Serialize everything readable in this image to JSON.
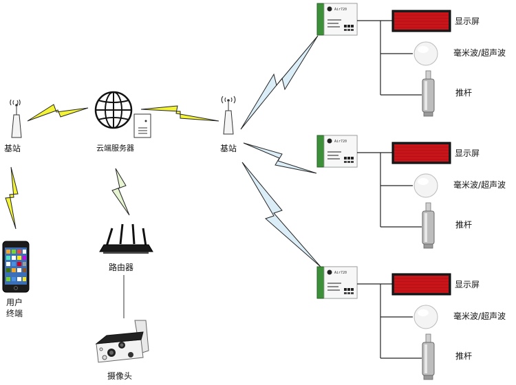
{
  "nodes": {
    "base_station_left": {
      "label": "基站"
    },
    "cloud_server": {
      "label": "云端服务器"
    },
    "base_station_center": {
      "label": "基站"
    },
    "user_terminal": {
      "label_line1": "用户",
      "label_line2": "终端"
    },
    "router": {
      "label": "路由器"
    },
    "camera": {
      "label": "摄像头"
    }
  },
  "module_label": "Air720",
  "device_groups": [
    {
      "display": "显示屏",
      "sensor": "毫米波/超声波",
      "actuator": "推杆"
    },
    {
      "display": "显示屏",
      "sensor": "毫米波/超声波",
      "actuator": "推杆"
    },
    {
      "display": "显示屏",
      "sensor": "毫米波/超声波",
      "actuator": "推杆"
    }
  ],
  "colors": {
    "lightning_yellow": "#f3f33a",
    "lightning_blue": "#dbeef8",
    "lightning_green": "#e6f4d2",
    "led_red": "#c8151a",
    "pcb_green": "#3d8f3a",
    "line": "#222222"
  }
}
